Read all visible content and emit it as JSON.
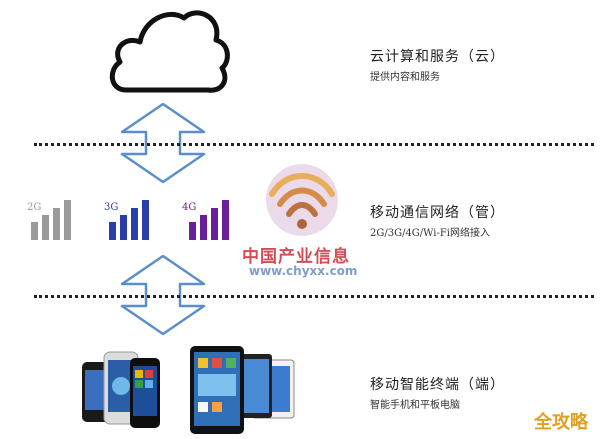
{
  "layers": [
    {
      "title": "云计算和服务（云）",
      "subtitle": "提供内容和服务"
    },
    {
      "title": "移动通信网络（管）",
      "subtitle": "2G/3G/4G/Wi-Fi网络接入"
    },
    {
      "title": "移动智能终端（端）",
      "subtitle": "智能手机和平板电脑"
    }
  ],
  "signals": [
    {
      "label": "2G",
      "color": "#9a9a9a"
    },
    {
      "label": "3G",
      "color": "#2b3ea8"
    },
    {
      "label": "4G",
      "color": "#6a1f9a"
    }
  ],
  "watermark": {
    "name": "中国产业信息",
    "url": "www.chyxx.com"
  },
  "corner_mark": "全攻略",
  "colors": {
    "arrow_fill": "#ffffff",
    "arrow_stroke": "#5b8fc9"
  },
  "icons": [
    "cloud-icon",
    "double-arrow-icon",
    "signal-bars-icon",
    "smartphone-icon",
    "tablet-icon"
  ]
}
